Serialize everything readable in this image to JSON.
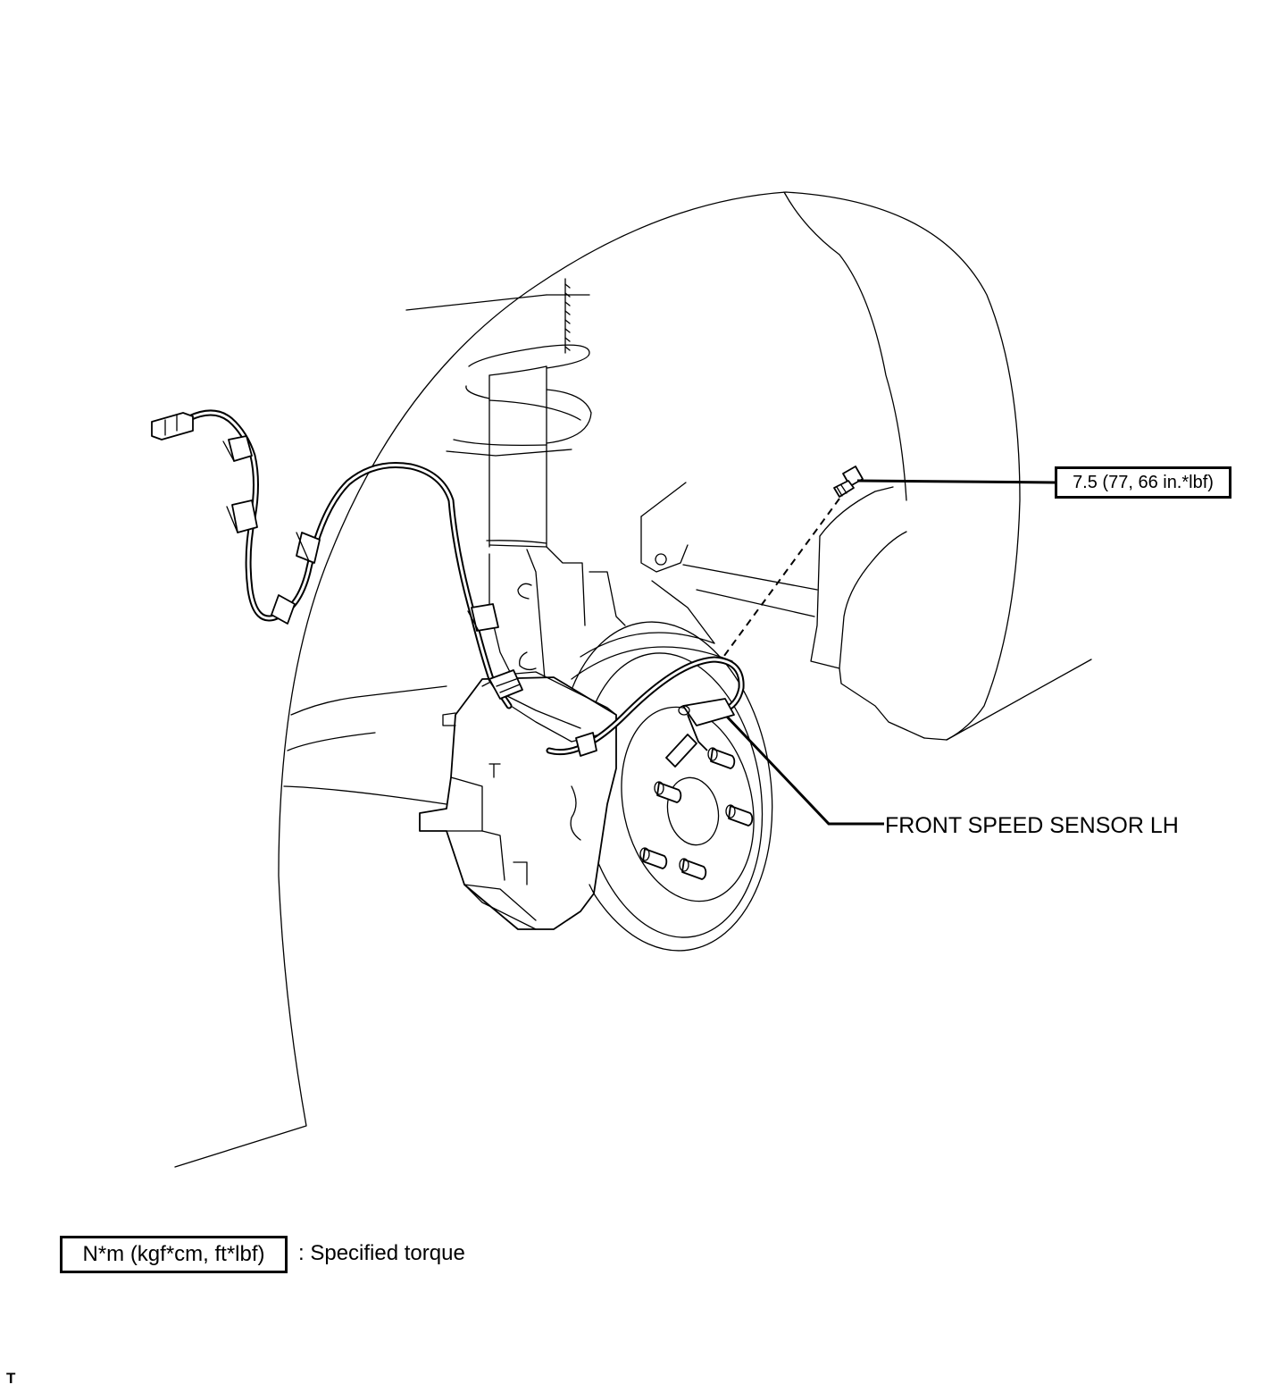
{
  "callouts": {
    "torque_value": "7.5 (77, 66 in.*lbf)",
    "sensor_name": "FRONT SPEED SENSOR LH"
  },
  "legend": {
    "unit_box": "N*m (kgf*cm, ft*lbf)",
    "description": ": Specified torque"
  },
  "corner_code": "T"
}
